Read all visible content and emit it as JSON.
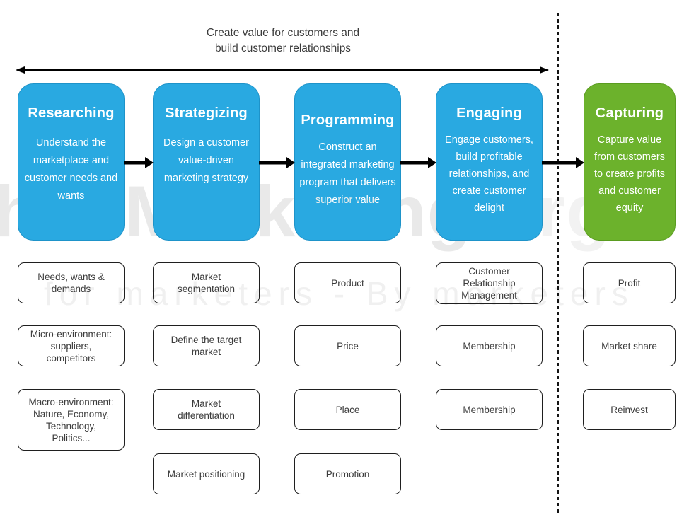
{
  "header": {
    "title_line1": "Create value for customers and",
    "title_line2": "build customer relationships"
  },
  "watermark": {
    "line1": "hocMarketing",
    "suffix": ".org",
    "line2": "for marketers - By marketers"
  },
  "colors": {
    "stage_blue": "#29A9E1",
    "stage_green": "#6CB22C",
    "arrow_black": "#000000",
    "box_border": "#1F1F1F",
    "text_dark": "#3C3C3C",
    "watermark_gray": "#E9E9E9"
  },
  "stages": [
    {
      "name": "Researching",
      "description": "Understand the\nmarketplace and\ncustomer needs and\nwants",
      "color": "#29A9E1",
      "items": [
        "Needs, wants &\ndemands",
        "Micro-environment:\nsuppliers,\ncompetitors",
        "Macro-environment:\nNature, Economy,\nTechnology,\nPolitics..."
      ]
    },
    {
      "name": "Strategizing",
      "description": "Design a customer\nvalue-driven\nmarketing strategy",
      "color": "#29A9E1",
      "items": [
        "Market\nsegmentation",
        "Define the target\nmarket",
        "Market\ndifferentiation",
        "Market positioning"
      ]
    },
    {
      "name": "Programming",
      "description": "Construct an\nintegrated marketing\nprogram that delivers\nsuperior value",
      "color": "#29A9E1",
      "items": [
        "Product",
        "Price",
        "Place",
        "Promotion"
      ]
    },
    {
      "name": "Engaging",
      "description": "Engage customers,\nbuild profitable\nrelationships, and\ncreate customer\ndelight",
      "color": "#29A9E1",
      "items": [
        "Customer\nRelationship\nManagement",
        "Membership",
        "Membership"
      ]
    },
    {
      "name": "Capturing",
      "description": "Capture value\nfrom customers\nto create profits\nand customer\nequity",
      "color": "#6CB22C",
      "items": [
        "Profit",
        "Market share",
        "Reinvest"
      ]
    }
  ]
}
